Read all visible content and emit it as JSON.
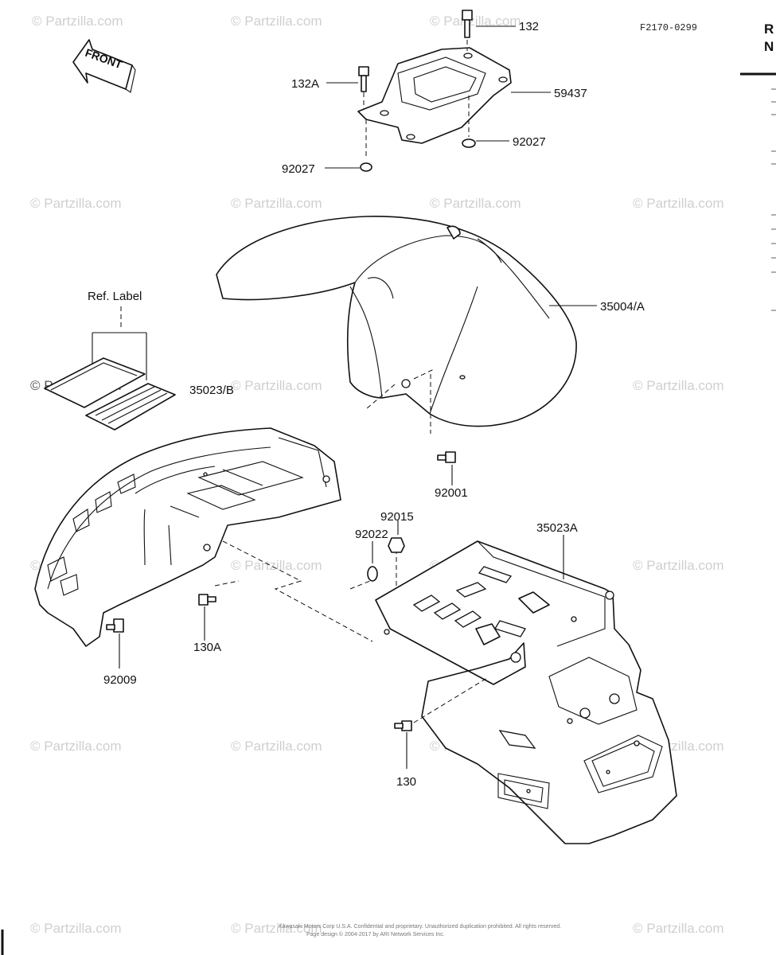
{
  "figure_code": "F2170-0299",
  "arrow_label": "FRONT",
  "ref_label": "Ref. Label",
  "watermark": "© Partzilla.com",
  "edge_text": [
    "R",
    "N"
  ],
  "footer_lines": [
    "Kawasaki Motors Corp U.S.A. Confidential and proprietary. Unauthorized duplication prohibited. All rights reserved.",
    "Page design © 2004-2017 by ARI Network Services Inc."
  ],
  "callouts": {
    "c132": "132",
    "c132A": "132A",
    "c59437": "59437",
    "c92027a": "92027",
    "c92027b": "92027",
    "c35004A": "35004/A",
    "c35023B": "35023/B",
    "c92001": "92001",
    "c92015": "92015",
    "c92022": "92022",
    "c35023A": "35023A",
    "c130A": "130A",
    "c92009": "92009",
    "c130": "130"
  }
}
